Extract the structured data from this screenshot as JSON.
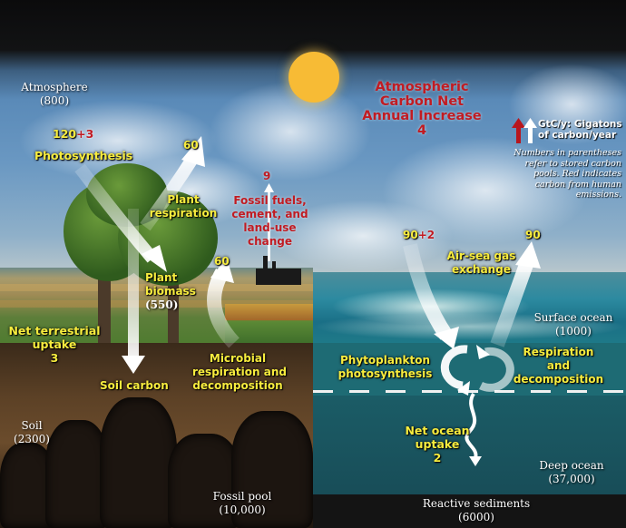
{
  "title": "Carbon cycle diagram",
  "colors": {
    "natural_flux": "#f7ec3e",
    "human_flux": "#c11b22",
    "pool_text": "#ffffff",
    "sun": "#f7bb35"
  },
  "headline": {
    "line1": "Atmospheric",
    "line2": "Carbon Net",
    "line3": "Annual Increase",
    "value": "4"
  },
  "legend": {
    "icon_red": "red-up-arrow-icon",
    "icon_white": "white-up-arrow-icon",
    "line1": "GtC/y: Gigatons",
    "line2": "of carbon/year",
    "note_lines": [
      "Numbers in parentheses",
      "refer to stored carbon",
      "pools. Red indicates",
      "carbon from human",
      "emissions."
    ]
  },
  "pools": {
    "atmosphere": {
      "name": "Atmosphere",
      "value": "(800)"
    },
    "plant_biomass": {
      "name_line1": "Plant",
      "name_line2": "biomass",
      "value": "(550)"
    },
    "soil": {
      "name": "Soil",
      "value": "(2300)"
    },
    "fossil_pool": {
      "name": "Fossil pool",
      "value": "(10,000)"
    },
    "surface_ocean": {
      "name": "Surface ocean",
      "value": "(1000)"
    },
    "deep_ocean": {
      "name": "Deep ocean",
      "value": "(37,000)"
    },
    "reactive_sediments": {
      "name": "Reactive sediments",
      "value": "(6000)"
    }
  },
  "fluxes": {
    "photosynthesis": {
      "value_natural": "120",
      "value_human": "+3",
      "label": "Photosynthesis"
    },
    "plant_respiration": {
      "value": "60",
      "label_line1": "Plant",
      "label_line2": "respiration"
    },
    "fossil_fuels": {
      "value": "9",
      "label_lines": [
        "Fossil fuels,",
        "cement, and",
        "land-use",
        "change"
      ]
    },
    "microbial_respiration": {
      "value": "60",
      "label_lines": [
        "Microbial",
        "respiration and",
        "decomposition"
      ]
    },
    "soil_carbon": {
      "label": "Soil carbon"
    },
    "net_terrestrial_uptake": {
      "label_lines": [
        "Net terrestrial",
        "uptake"
      ],
      "value": "3"
    },
    "air_sea_in": {
      "value_natural": "90",
      "value_human": "+2"
    },
    "air_sea_out": {
      "value": "90"
    },
    "air_sea_exchange": {
      "label_lines": [
        "Air-sea gas",
        "exchange"
      ]
    },
    "phytoplankton": {
      "label_lines": [
        "Phytoplankton",
        "photosynthesis"
      ]
    },
    "ocean_respiration": {
      "label_lines": [
        "Respiration",
        "and",
        "decomposition"
      ]
    },
    "net_ocean_uptake": {
      "label_lines": [
        "Net ocean",
        "uptake"
      ],
      "value": "2"
    }
  }
}
